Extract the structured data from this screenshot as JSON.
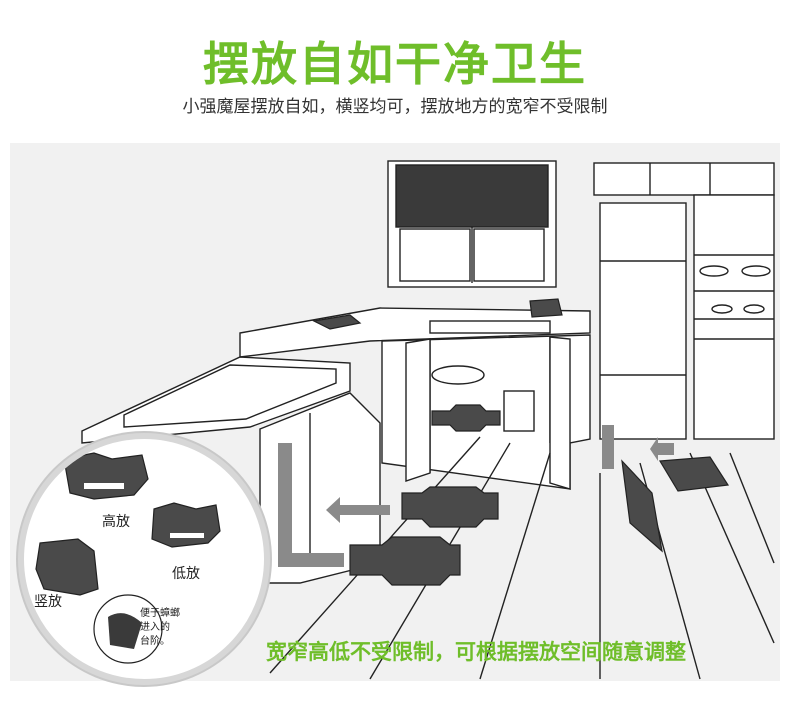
{
  "header": {
    "title": "摆放自如干净卫生",
    "subtitle": "小强魔屋摆放自如，横竖均可，摆放地方的宽窄不受限制"
  },
  "inset": {
    "label_high": "高放",
    "label_low": "低放",
    "label_vertical": "竖放",
    "tip_lines": [
      "便于蟑螂",
      "进入的",
      "台阶。"
    ]
  },
  "caption": "宽窄高低不受限制，可根据摆放空间随意调整",
  "colors": {
    "accent": "#6fbe2a",
    "trap": "#4a4a4a",
    "line": "#222222"
  }
}
